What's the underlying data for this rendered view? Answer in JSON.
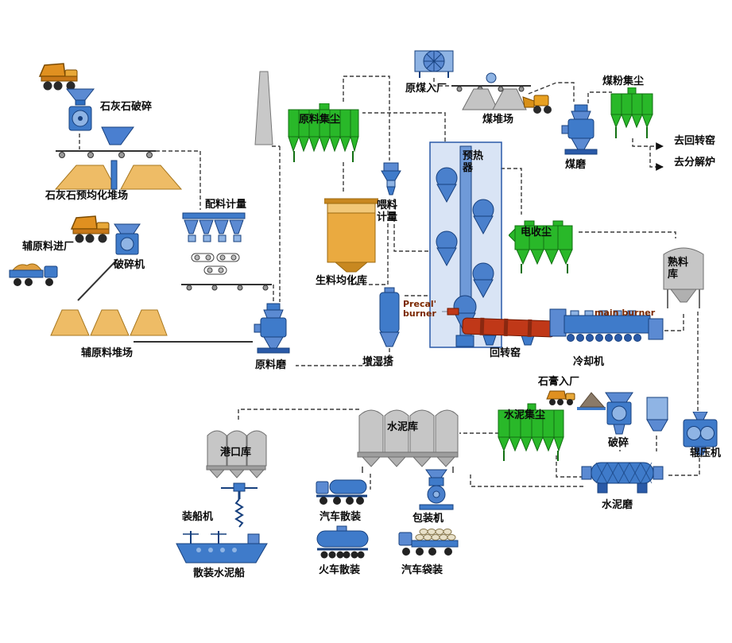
{
  "labels": {
    "limestone_crushing": "石灰石破碎",
    "limestone_yard": "石灰石预均化堆场",
    "batching": "配料计量",
    "aux_entry": "辅原料进厂",
    "crusher_machine": "破碎机",
    "aux_yard": "辅原料堆场",
    "raw_mill": "原料磨",
    "raw_dust": "原料集尘",
    "raw_meal_silo": "生料均化库",
    "feed_metering": "喂料计量",
    "preheater": "预热器",
    "humidifier": "增湿塔",
    "precal_burner": "Precal' burner",
    "rotary_kiln": "回转窑",
    "main_burner": "main burner",
    "cooler": "冷却机",
    "coal_entry": "原煤入厂",
    "coal_yard": "煤堆场",
    "coal_dust": "煤粉集尘",
    "coal_mill": "煤磨",
    "to_kiln": "去回转窑",
    "to_calciner": "去分解炉",
    "esp": "电收尘",
    "clinker_silo": "熟料库",
    "gypsum_entry": "石膏入厂",
    "crushing": "破碎",
    "roller_press": "辊压机",
    "cement_dust": "水泥集尘",
    "cement_mill": "水泥磨",
    "cement_silo": "水泥库",
    "port_silo": "港口库",
    "ship_loader": "装船机",
    "bulk_ship": "散装水泥船",
    "truck_bulk": "汽车散装",
    "packing": "包装机",
    "train_bulk": "火车散装",
    "truck_bag": "汽车袋装"
  },
  "colors": {
    "equipment_blue": "#3f7bca",
    "dust_green": "#29b829",
    "silo_orange": "#eaaa40",
    "kiln_red": "#c03818",
    "silo_gray": "#c6c6c6",
    "line": "#3c3c3c"
  }
}
